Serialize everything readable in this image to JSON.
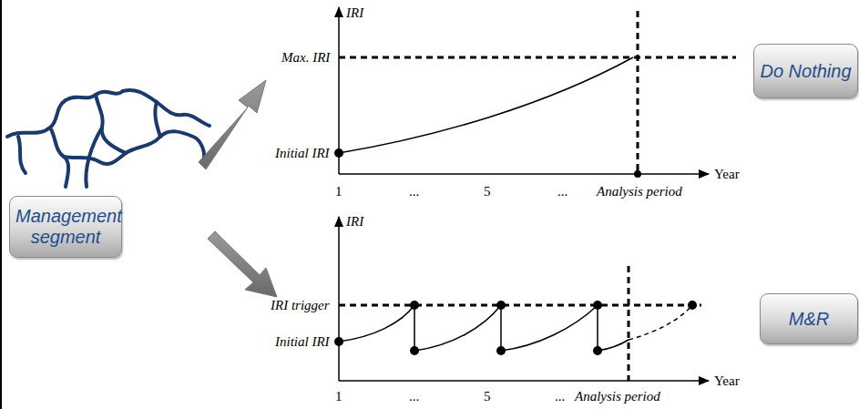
{
  "diagram": {
    "nodes": [
      {
        "text": [
          "Management segment"
        ]
      },
      {
        "text": [
          "Do Nothing"
        ]
      },
      {
        "text": [
          "M&R"
        ]
      }
    ],
    "labels": [
      "IRI",
      "Max. IRI",
      "Initial IRI",
      "Year",
      "1",
      "...",
      "5",
      "...",
      "Analysis period",
      "IRI",
      "IRI trigger",
      "Initial IRI",
      "Year",
      "1",
      "...",
      "5",
      "...",
      "Analysis period"
    ]
  }
}
